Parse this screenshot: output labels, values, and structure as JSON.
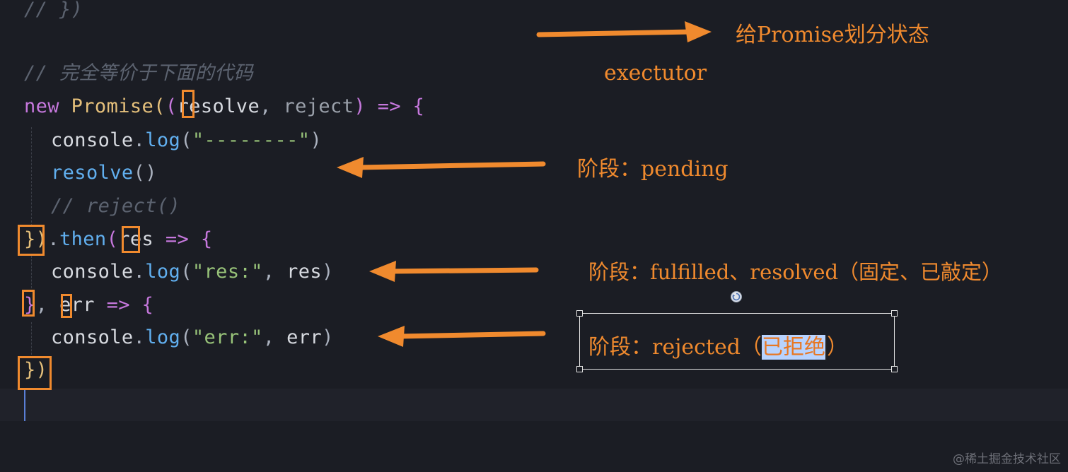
{
  "code": {
    "top_comment": "// })",
    "equiv_comment": "// 完全等价于下面的代码",
    "line_new": {
      "kw": "new",
      "cls": "Promise",
      "open": "(",
      "paren": "(",
      "p1": "resolve",
      "comma": ", ",
      "p2": "reject",
      "close": ") ",
      "arrow": "=>",
      "brace": " {"
    },
    "line_log_dash": {
      "obj": "console",
      "dot": ".",
      "fn": "log",
      "open": "(",
      "str": "\"--------\"",
      "close": ")"
    },
    "line_resolve": {
      "fn": "resolve",
      "call": "()"
    },
    "line_reject_comment": "// reject()",
    "line_then": {
      "close": "})",
      "dot": ".",
      "fn": "then",
      "open": "(",
      "param": "res",
      "arrow": " => ",
      "brace": "{"
    },
    "line_log_res": {
      "obj": "console",
      "dot": ".",
      "fn": "log",
      "open": "(",
      "str": "\"res:\"",
      "comma": ", ",
      "arg": "res",
      "close": ")"
    },
    "line_err": {
      "close": "}",
      "comma": ", ",
      "param": "err",
      "arrow": " => ",
      "brace": "{"
    },
    "line_log_err": {
      "obj": "console",
      "dot": ".",
      "fn": "log",
      "open": "(",
      "str": "\"err:\"",
      "comma": ", ",
      "arg": "err",
      "close": ")"
    },
    "line_end": "})"
  },
  "annotations": {
    "promise_state": "给Promise划分状态",
    "executor": "exectutor",
    "pending": "阶段：pending",
    "fulfilled": "阶段：fulfilled、resolved（固定、已敲定）",
    "rejected_prefix": "阶段：rejected（",
    "rejected_selected": "已拒绝",
    "rejected_suffix": "）"
  },
  "watermark": "@稀土掘金技术社区",
  "colors": {
    "annotation": "#f08a2e",
    "background": "#1b1d24",
    "selection": "#b8d3ff"
  },
  "icons": {
    "rotate_handle": "rotate-icon"
  }
}
